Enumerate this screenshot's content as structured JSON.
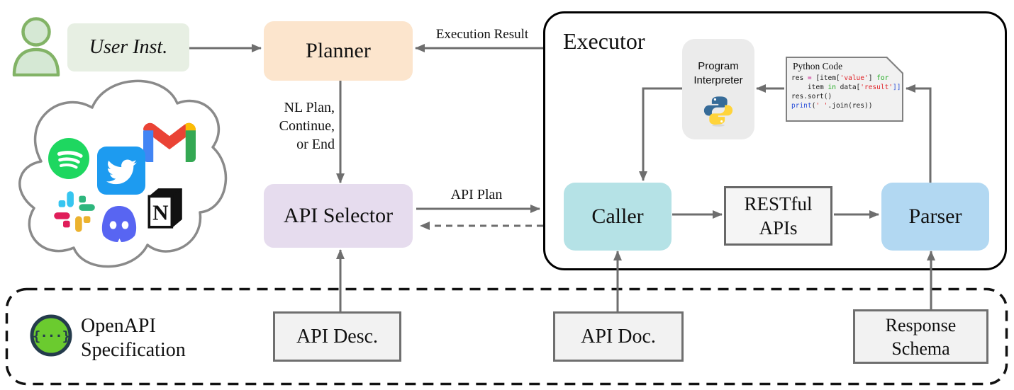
{
  "palette": {
    "arrow": "#6e6e6e",
    "planner_fill": "#fce5cd",
    "api_selector_fill": "#e6dcee",
    "user_inst_fill": "#e7efe3",
    "caller_fill": "#b5e2e6",
    "parser_fill": "#b2d8f2",
    "gray_box_fill": "#f2f2f2",
    "gray_box_border": "#6f6f6f",
    "program_interpreter_fill": "#ebebeb",
    "code_note_fill": "#f1f1f1",
    "person_fill": "#d5e8d4",
    "person_stroke": "#82b366",
    "cloud_stroke": "#8a8a8a",
    "spotify_green": "#1ED760",
    "twitter_blue": "#1D9BF0",
    "discord_purple": "#5865F2",
    "openapi_green": "#6BCB2F",
    "openapi_navy": "#243B4C",
    "python_blue": "#366B98",
    "python_yellow": "#FFD43B",
    "slack_blue": "#36C5F0",
    "slack_green": "#2EB67D",
    "slack_yellow": "#ECB22E",
    "slack_red": "#E01E5A",
    "gmail_red": "#EA4335",
    "gmail_blue": "#4285F4",
    "gmail_green": "#34A853",
    "gmail_yellow": "#FBBC04"
  },
  "nodes": {
    "user_inst": "User Inst.",
    "planner": "Planner",
    "api_selector": "API Selector",
    "executor": "Executor",
    "program_interpreter_1": "Program",
    "program_interpreter_2": "Interpreter",
    "caller": "Caller",
    "restful_1": "RESTful",
    "restful_2": "APIs",
    "parser": "Parser",
    "api_desc": "API Desc.",
    "api_doc": "API Doc.",
    "response_schema_1": "Response",
    "response_schema_2": "Schema",
    "openapi_1": "OpenAPI",
    "openapi_2": "Specification"
  },
  "labels": {
    "execution_result": "Execution Result",
    "nl_plan_1": "NL Plan,",
    "nl_plan_2": "Continue,",
    "nl_plan_3": "or End",
    "api_plan": "API Plan"
  },
  "icons": {
    "openapi_glyph": "{···}",
    "notion_glyph": "N",
    "cloud_apps": [
      "spotify",
      "twitter",
      "gmail",
      "slack",
      "discord",
      "notion"
    ]
  },
  "code": {
    "title": "Python Code",
    "lines": [
      [
        [
          "res ",
          "p"
        ],
        [
          "=",
          "o"
        ],
        [
          " [item[",
          "p"
        ],
        [
          "'value'",
          "s"
        ],
        [
          "] ",
          "p"
        ],
        [
          "for",
          "k"
        ]
      ],
      [
        [
          "    item ",
          "p"
        ],
        [
          "in",
          "k"
        ],
        [
          " data[",
          "p"
        ],
        [
          "'result'",
          "s"
        ],
        [
          "]]",
          "b"
        ]
      ],
      [
        [
          "res.sort()",
          "p"
        ]
      ],
      [
        [
          "print",
          "b"
        ],
        [
          "(",
          "p"
        ],
        [
          "' '",
          "s"
        ],
        [
          ".join(res))",
          "p"
        ]
      ]
    ]
  }
}
